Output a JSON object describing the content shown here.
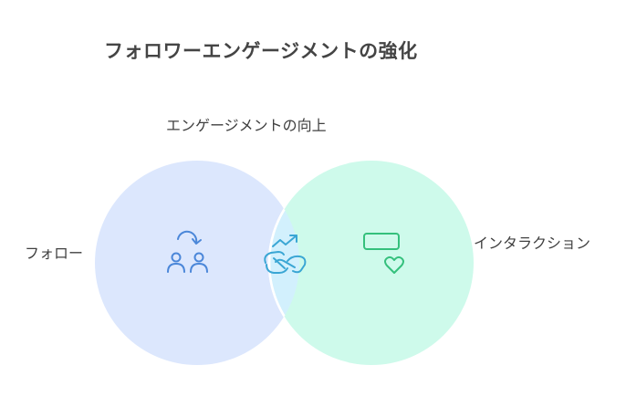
{
  "title": "フォロワーエンゲージメントの強化",
  "overlap_label": "エンゲージメントの向上",
  "left_label": "フォロー",
  "right_label": "インタラクション",
  "colors": {
    "left_circle": "#dce7fd",
    "right_circle": "#cefaeb",
    "intersection": "#d2f0fd",
    "left_icon": "#4b87d9",
    "right_icon": "#34c07c",
    "intersection_icon": "#3aa6d4"
  },
  "icons": {
    "left": "follow-users-icon",
    "center": "trending-handshake-icon",
    "right": "message-heart-icon"
  }
}
